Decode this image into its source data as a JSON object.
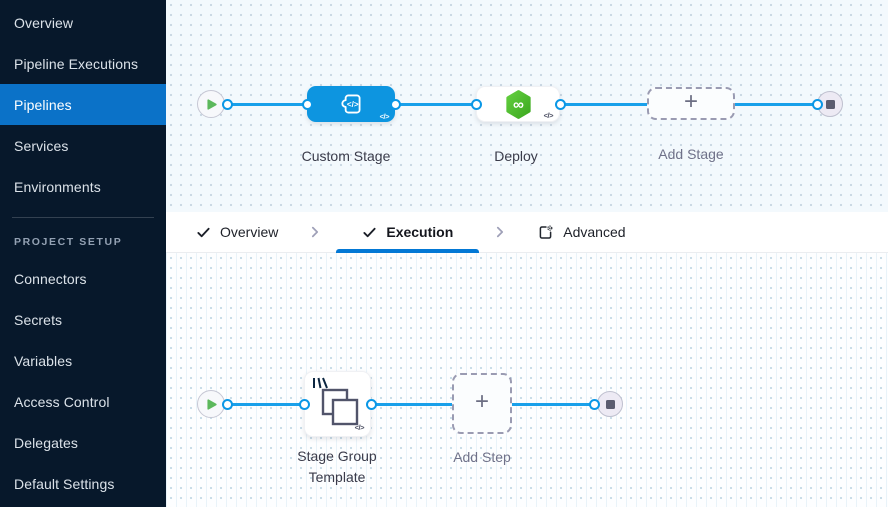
{
  "sidebar": {
    "nav_items": [
      "Overview",
      "Pipeline Executions",
      "Pipelines",
      "Services",
      "Environments"
    ],
    "active_item": "Pipelines",
    "section_label": "PROJECT SETUP",
    "setup_items": [
      "Connectors",
      "Secrets",
      "Variables",
      "Access Control",
      "Delegates",
      "Default Settings"
    ]
  },
  "tabs": {
    "tab1": "Overview",
    "tab2": "Execution",
    "tab3": "Advanced",
    "active_tab": "Execution"
  },
  "stage_pipeline": {
    "stage1_label": "Custom Stage",
    "stage2_label": "Deploy",
    "add_label": "Add Stage"
  },
  "execution_pipeline": {
    "step1_label_line1": "Stage Group",
    "step1_label_line2": "Template",
    "add_label": "Add Step"
  },
  "glyphs": {
    "code": "</>",
    "plus": "+",
    "infinity": "∞"
  },
  "colors": {
    "sidebar_bg": "#07182b",
    "sidebar_active_bg": "#0b72c8",
    "connector_line": "#19a0ea",
    "custom_stage_blue": "#0d95e0",
    "deploy_green": "#4cbb2e",
    "tab_underline": "#0278d5",
    "canvas_top_bg": "#f3f9fd",
    "canvas_bottom_bg": "#fdfeff"
  }
}
